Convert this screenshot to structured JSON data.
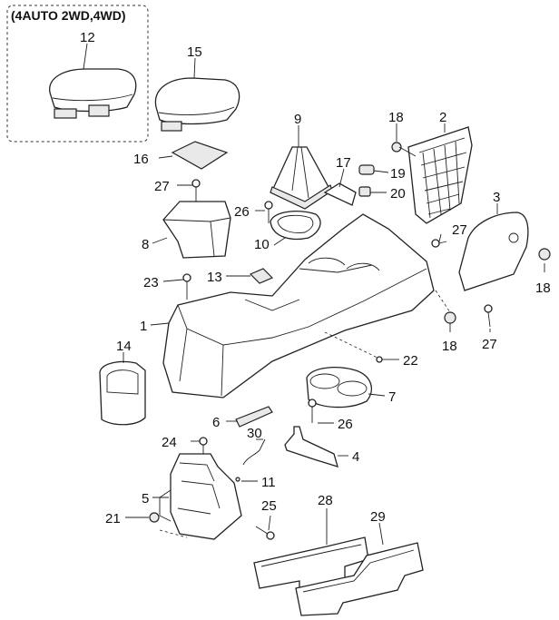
{
  "variant_box": {
    "label": "(4AUTO 2WD,4WD)"
  },
  "callouts": [
    {
      "id": "c12",
      "text": "12"
    },
    {
      "id": "c15",
      "text": "15"
    },
    {
      "id": "c9",
      "text": "9"
    },
    {
      "id": "c18a",
      "text": "18"
    },
    {
      "id": "c2",
      "text": "2"
    },
    {
      "id": "c16",
      "text": "16"
    },
    {
      "id": "c17",
      "text": "17"
    },
    {
      "id": "c19",
      "text": "19"
    },
    {
      "id": "c27a",
      "text": "27"
    },
    {
      "id": "c20",
      "text": "20"
    },
    {
      "id": "c3",
      "text": "3"
    },
    {
      "id": "c26a",
      "text": "26"
    },
    {
      "id": "c27b",
      "text": "27"
    },
    {
      "id": "c8",
      "text": "8"
    },
    {
      "id": "c10",
      "text": "10"
    },
    {
      "id": "c23",
      "text": "23"
    },
    {
      "id": "c13",
      "text": "13"
    },
    {
      "id": "c18b",
      "text": "18"
    },
    {
      "id": "c1",
      "text": "1"
    },
    {
      "id": "c18c",
      "text": "18"
    },
    {
      "id": "c27c",
      "text": "27"
    },
    {
      "id": "c14",
      "text": "14"
    },
    {
      "id": "c22",
      "text": "22"
    },
    {
      "id": "c7",
      "text": "7"
    },
    {
      "id": "c6",
      "text": "6"
    },
    {
      "id": "c26b",
      "text": "26"
    },
    {
      "id": "c24",
      "text": "24"
    },
    {
      "id": "c30",
      "text": "30"
    },
    {
      "id": "c4",
      "text": "4"
    },
    {
      "id": "c11",
      "text": "11"
    },
    {
      "id": "c5",
      "text": "5"
    },
    {
      "id": "c28",
      "text": "28"
    },
    {
      "id": "c25",
      "text": "25"
    },
    {
      "id": "c21",
      "text": "21"
    },
    {
      "id": "c29",
      "text": "29"
    }
  ]
}
